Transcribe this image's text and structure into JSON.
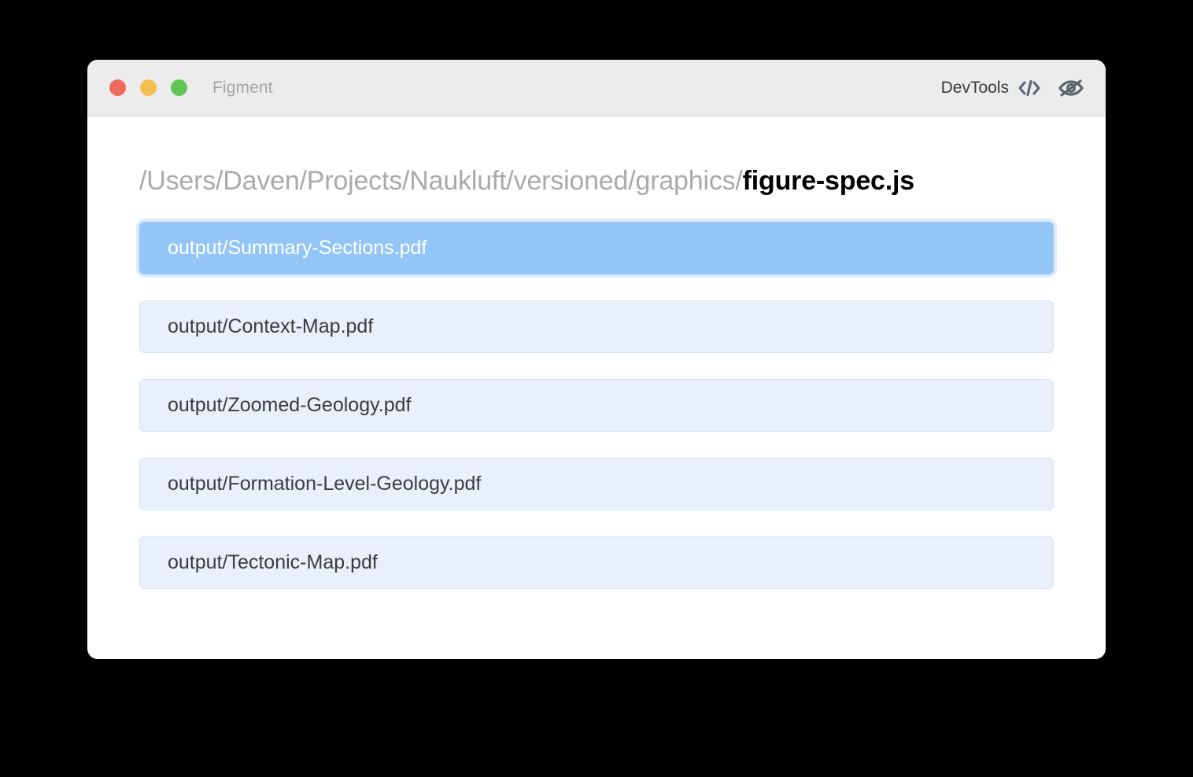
{
  "window": {
    "app_title": "Figment",
    "traffic_lights": [
      {
        "name": "close",
        "color": "#ed6a5e"
      },
      {
        "name": "minimize",
        "color": "#f5bf4f"
      },
      {
        "name": "maximize",
        "color": "#61c555"
      }
    ],
    "devtools": {
      "label": "DevTools",
      "code_icon": "code-icon",
      "visibility_icon": "eye-off-icon"
    }
  },
  "breadcrumb": {
    "directory": "/Users/Daven/Projects/Naukluft/versioned/graphics/",
    "filename": "figure-spec.js"
  },
  "file_list": {
    "selected_index": 0,
    "items": [
      {
        "label": "output/Summary-Sections.pdf",
        "selected": true
      },
      {
        "label": "output/Context-Map.pdf",
        "selected": false
      },
      {
        "label": "output/Zoomed-Geology.pdf",
        "selected": false
      },
      {
        "label": "output/Formation-Level-Geology.pdf",
        "selected": false
      },
      {
        "label": "output/Tectonic-Map.pdf",
        "selected": false
      }
    ]
  },
  "colors": {
    "page_background": "#000000",
    "window_background": "#ffffff",
    "titlebar_background": "#ececec",
    "selected_item": "#93c5f7",
    "item_background": "#e9f0fc",
    "item_border": "#cfe2f8",
    "icon": "#5a6570"
  }
}
